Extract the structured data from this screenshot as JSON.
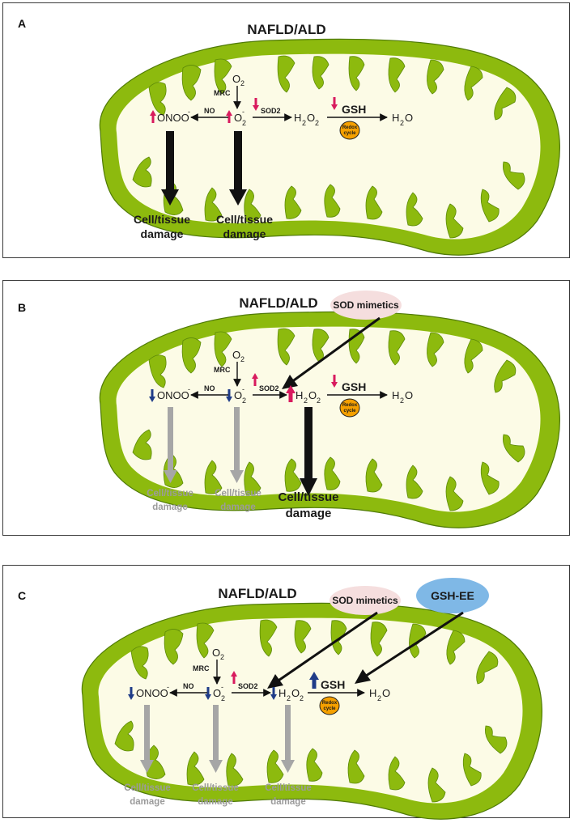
{
  "figure": {
    "panels": [
      {
        "letter": "A",
        "title": "NAFLD/ALD",
        "o2": "O",
        "o2_sub": "2",
        "mrc": "MRC",
        "no": "NO",
        "onoo": "ONOO",
        "minus": "-",
        "superoxide": "O",
        "superoxide_sub": "2",
        "sod2": "SOD2",
        "h2o2_a": "H",
        "h2o2_sub1": "2",
        "h2o2_b": "O",
        "h2o2_sub2": "2",
        "gsh": "GSH",
        "redox_1": "Redox",
        "redox_2": "cycle",
        "h2o": "H",
        "h2o_sub": "2",
        "h2o_b": "O",
        "damage_1": "Cell/tissue",
        "damage_2": "damage",
        "indicators": {
          "onoo": "up-red",
          "superoxide": "up-red",
          "sod2": "down-red",
          "gsh": "down-red"
        }
      },
      {
        "letter": "B",
        "title": "NAFLD/ALD",
        "treatment_1": "SOD mimetics",
        "indicators": {
          "onoo": "down-blue",
          "superoxide": "down-blue",
          "sod2": "up-red",
          "h2o2": "up-red-bold",
          "gsh": "down-red"
        }
      },
      {
        "letter": "C",
        "title": "NAFLD/ALD",
        "treatment_1": "SOD mimetics",
        "treatment_2": "GSH-EE",
        "indicators": {
          "onoo": "down-blue",
          "superoxide": "down-blue",
          "sod2": "up-red",
          "h2o2": "down-blue",
          "gsh": "up-blue-bold"
        }
      }
    ],
    "colors": {
      "mito_outer": "#8dba0e",
      "mito_inner": "#fcfbe6",
      "up_red": "#d81b5e",
      "down_blue": "#1f3c88",
      "grey_arrow": "#a6a6a6",
      "redox_fill": "#f5a000",
      "sod_bubble": "#f5dede",
      "gshee_bubble": "#7fb8e6"
    }
  }
}
